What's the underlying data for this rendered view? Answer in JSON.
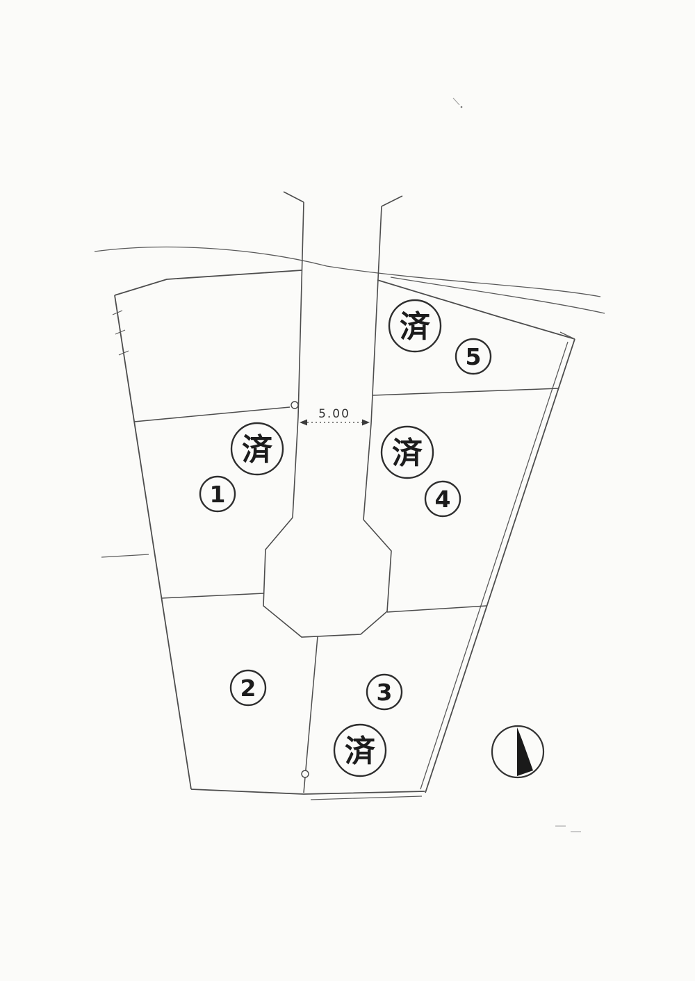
{
  "drawing": {
    "kind": "land-subdivision-site-plan"
  },
  "dimension": {
    "road_width_label": "5.00"
  },
  "lots": [
    {
      "number": "1",
      "status_label": "済"
    },
    {
      "number": "2",
      "status_label": ""
    },
    {
      "number": "3",
      "status_label": "済"
    },
    {
      "number": "4",
      "status_label": "済"
    },
    {
      "number": "5",
      "status_label": "済"
    }
  ],
  "compass": {
    "icon_name": "north-arrow"
  },
  "colors": {
    "paper": "#fbfbf9",
    "ink": "#4d4d4d",
    "label_ink": "#1c1c1c"
  }
}
